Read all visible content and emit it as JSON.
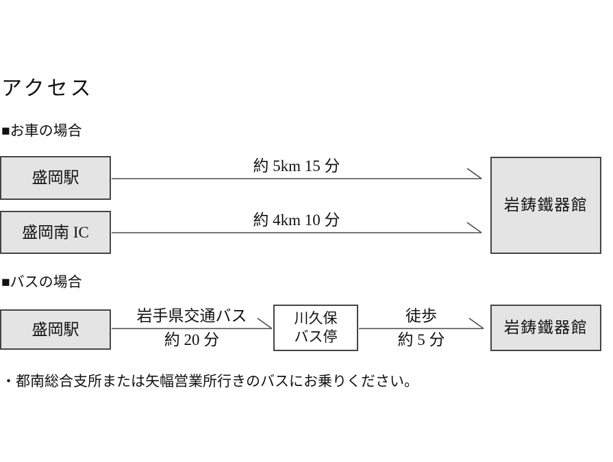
{
  "title": "アクセス",
  "car_section": {
    "header": "■お車の場合",
    "rows": [
      {
        "origin": "盛岡駅",
        "route_label": "約 5km 15 分"
      },
      {
        "origin": "盛岡南 IC",
        "route_label": "約 4km 10 分"
      }
    ],
    "destination": "岩鋳鐵器館"
  },
  "bus_section": {
    "header": "■バスの場合",
    "origin": "盛岡駅",
    "leg1": {
      "top_label": "岩手県交通バス",
      "bottom_label": "約 20 分"
    },
    "stop": {
      "line1": "川久保",
      "line2": "バス停"
    },
    "leg2": {
      "top_label": "徒歩",
      "bottom_label": "約 5 分"
    },
    "destination": "岩鋳鐵器館"
  },
  "note": "・都南総合支所または矢幅営業所行きのバスにお乗りください。",
  "colors": {
    "background": "#ffffff",
    "box_fill": "#e4e4e4",
    "box_border": "#444444",
    "arrow": "#4a4a4a",
    "text": "#111111"
  }
}
